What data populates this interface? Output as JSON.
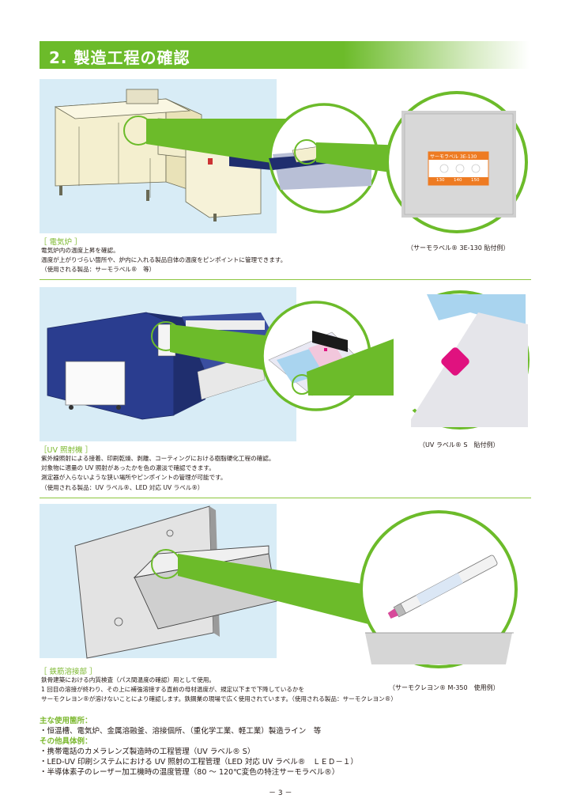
{
  "header": {
    "title": "2. 製造工程の確認"
  },
  "sections": [
    {
      "label": "［ 電気炉 ］",
      "lines": [
        "電気炉内の温度上昇を確認。",
        "温度が上がりづらい箇所や、炉内に入れる製品自体の温度をピンポイントに管理できます。",
        "（使用される製品：サーモラベル®　等）"
      ],
      "caption": "（サーモラベル® 3E-130 貼付例）",
      "product_label": {
        "title": "サーモラベル",
        "code": "3E-130",
        "temps": [
          "130",
          "140",
          "150"
        ]
      }
    },
    {
      "label": "［UV 照射機 ］",
      "lines": [
        "紫外線照射による接着、印刷乾燥、剥離、コーティングにおける樹脂硬化工程の確認。",
        "対象物に適量の UV 照射があったかを色の濃淡で確認できます。",
        "測定器が入らないような狭い場所やピンポイントの管理が可能です。",
        "（使用される製品：UV ラベル®、LED 対応 UV ラベル®）"
      ],
      "caption": "（UV ラベル® S　貼付例）"
    },
    {
      "label": "［ 鉄筋溶接部 ］",
      "lines": [
        "鉄骨建築における内質検査（パス間温度の確認）用として使用。",
        "1 回目の溶接が終わり、その上に補強溶接する直前の母材温度が、規定以下まで下降しているかを",
        "サーモクレヨン®が溶けないことにより確認します。鉄鋼業の現場で広く使用されています。（使用される製品：サーモクレヨン®）"
      ],
      "caption": "（サーモクレヨン® M-350　使用例）"
    }
  ],
  "bottom": {
    "heading1": "主な使用箇所：",
    "line1": "・恒温槽、電気炉、金属溶融釜、溶接個所、（重化学工業、軽工業）製造ライン　等",
    "heading2": "その他具体例：",
    "items": [
      "・携帯電話のカメラレンズ製造時の工程管理（UV ラベル® S）",
      "・LED-UV 印刷システムにおける UV 照射の工程管理（LED 対応 UV ラベル®　ＬＥＤ－１）",
      "・半導体素子のレーザー加工機時の温度管理（80 ～ 120℃変色の特注サーモラベル®）"
    ]
  },
  "page_number": "－ 3 －",
  "colors": {
    "accent_green": "#6cbb2a",
    "label_orange": "#ee7b22",
    "uv_magenta": "#e0127f",
    "sky": "#d8ecf6"
  }
}
